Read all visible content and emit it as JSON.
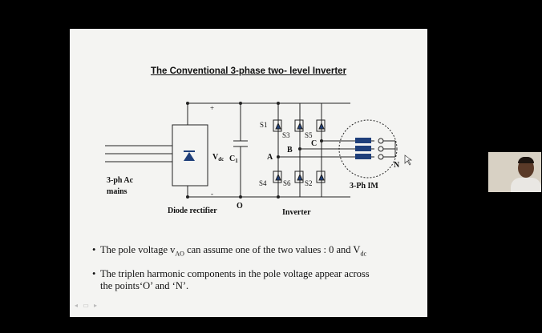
{
  "slide": {
    "title": "The Conventional  3-phase two- level Inverter",
    "labels": {
      "mains_line1": "3-ph Ac",
      "mains_line2": "mains",
      "rectifier": "Diode rectifier",
      "vdc_main": "V",
      "vdc_sub": "dc",
      "cap_main": "C",
      "cap_sub": "1",
      "plus": "+",
      "minus": "-",
      "node_o": "O",
      "inverter": "Inverter",
      "motor": "3-Ph  IM",
      "node_n": "N",
      "node_a": "A",
      "node_b": "B",
      "node_c": "C",
      "s1": "S1",
      "s3": "S3",
      "s5": "S5",
      "s4": "S4",
      "s6": "S6",
      "s2": "S2"
    },
    "bullets": [
      {
        "text_before": "The pole voltage v",
        "sub1": "AO",
        "text_mid": " can assume one of the two values : 0 and V",
        "sub2": "dc"
      },
      {
        "line1": "The triplen harmonic components in the pole voltage appear across",
        "line2": "the points‘O’ and ‘N’."
      }
    ]
  },
  "colors": {
    "slide_bg": "#f4f4f2",
    "diode_fill": "#1f3f7a",
    "winding_fill": "#1f3f7a"
  }
}
